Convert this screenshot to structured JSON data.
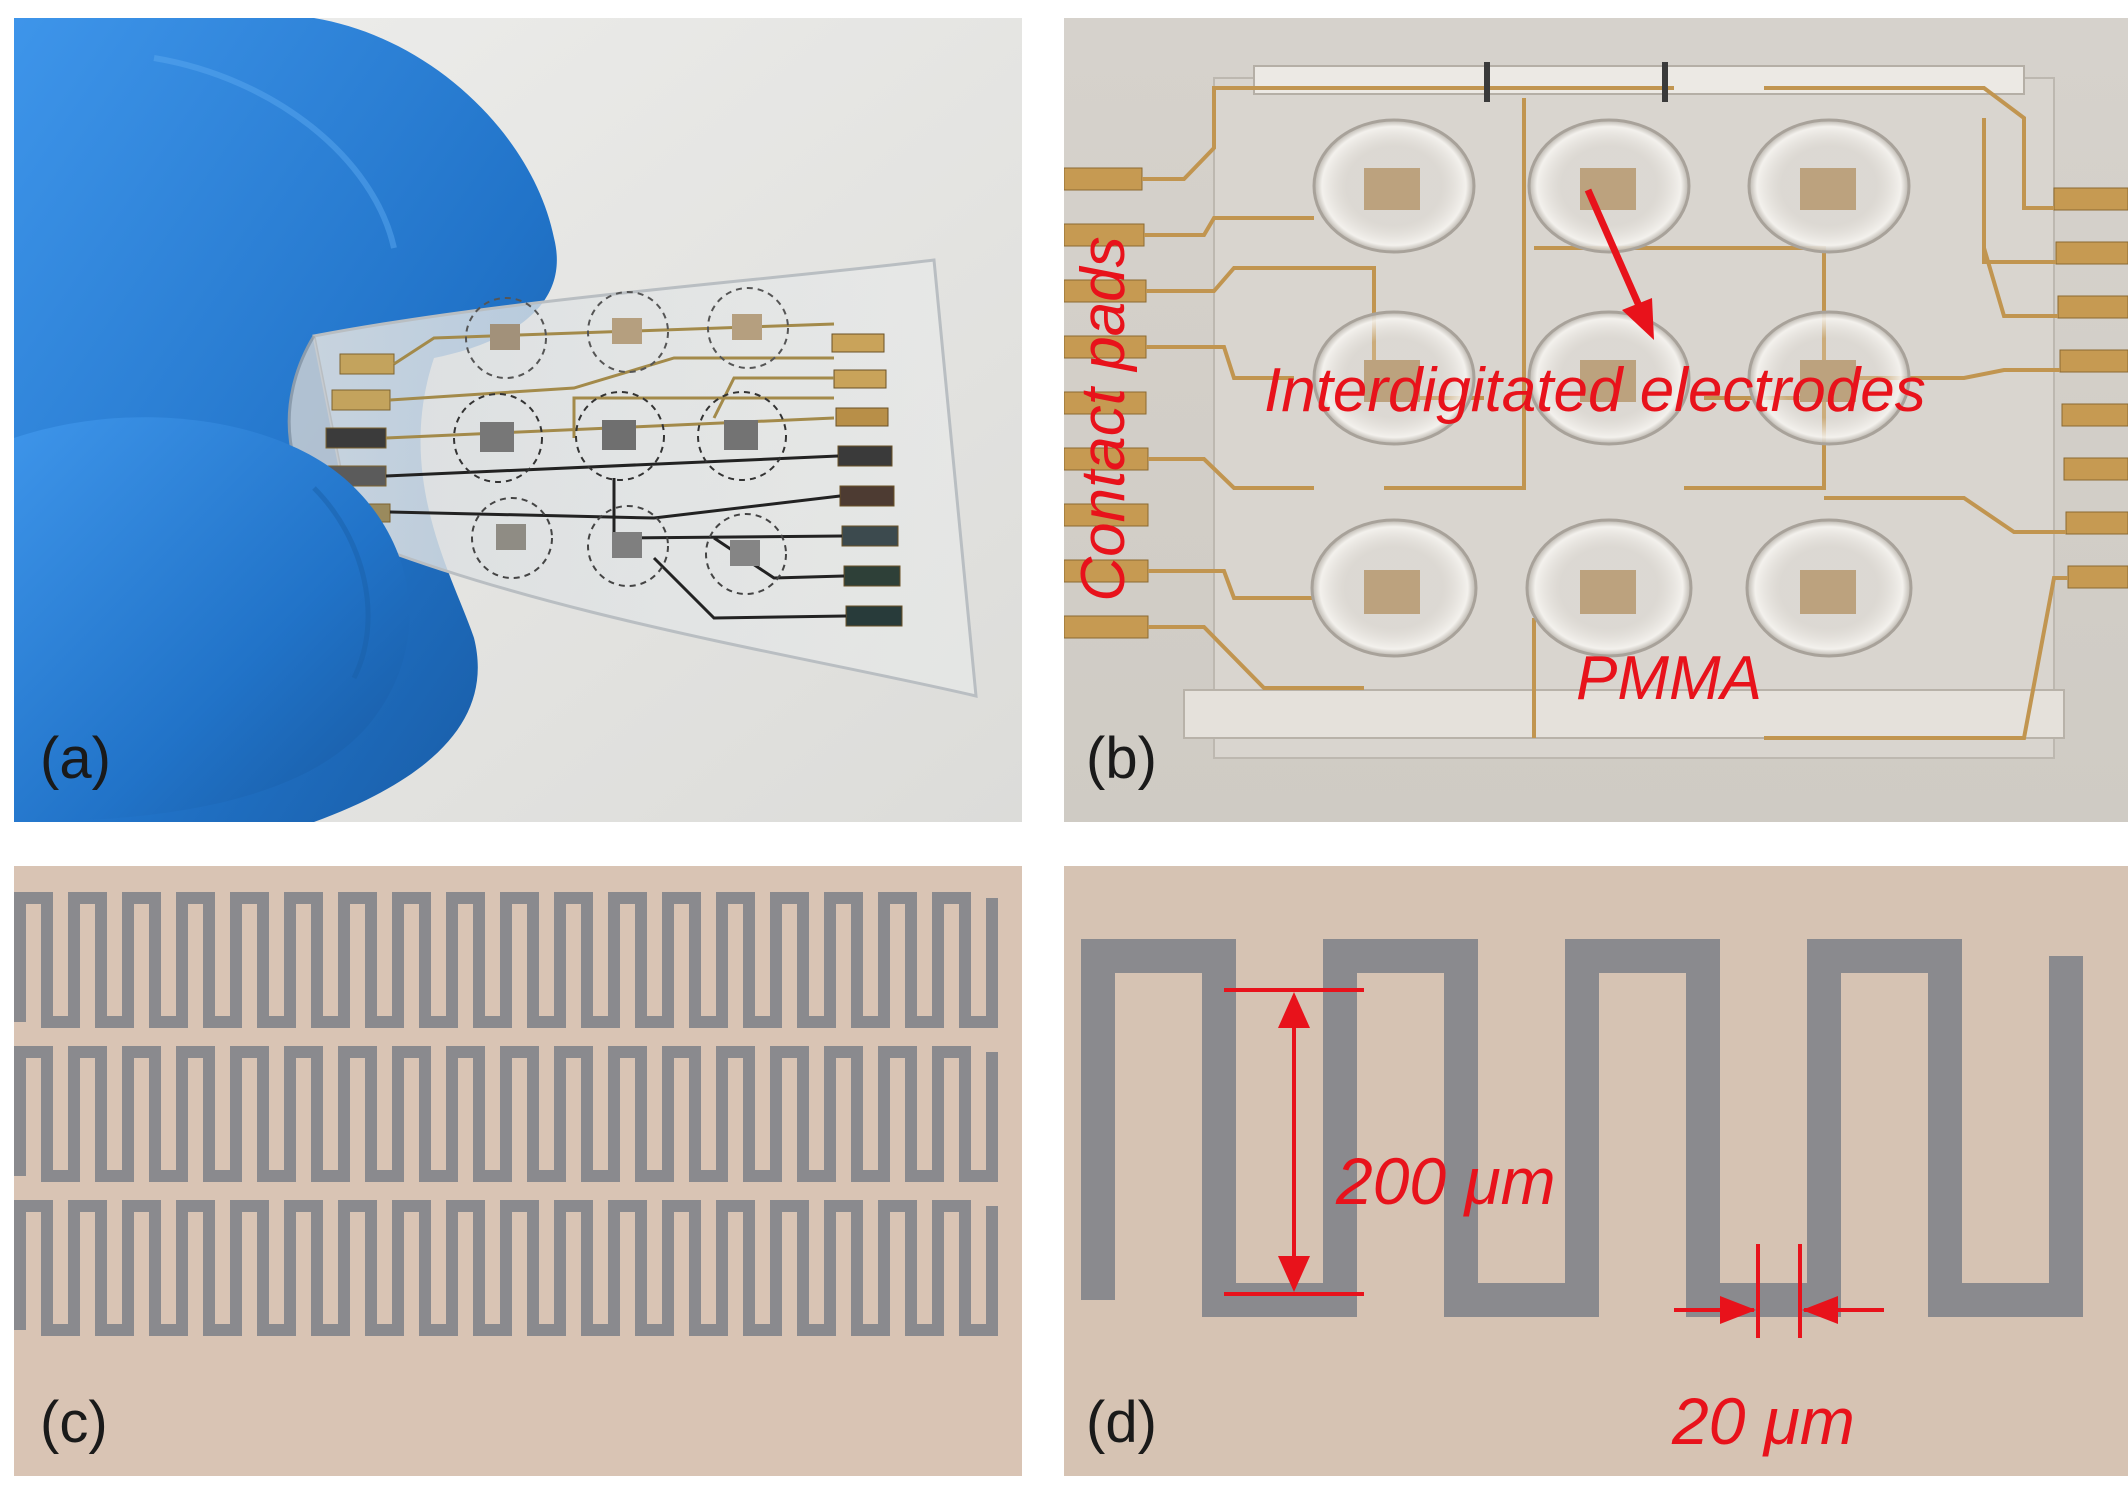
{
  "figure": {
    "panels": [
      {
        "id": "a",
        "label": "(a)"
      },
      {
        "id": "b",
        "label": "(b)"
      },
      {
        "id": "c",
        "label": "(c)"
      },
      {
        "id": "d",
        "label": "(d)"
      }
    ],
    "annotations_b": {
      "contact_pads": "Contact pads",
      "electrodes": "Interdigitated electrodes",
      "pmma": "PMMA"
    },
    "annotations_d": {
      "length": "200 μm",
      "gap": "20 μm"
    },
    "colors": {
      "annotation_red": "#e8121b",
      "glove_blue": "#2c7fd6",
      "gold_trace": "#c9a35a",
      "electrode_gray": "#8a8a8e",
      "substrate_beige": "#d8c3b3"
    }
  }
}
